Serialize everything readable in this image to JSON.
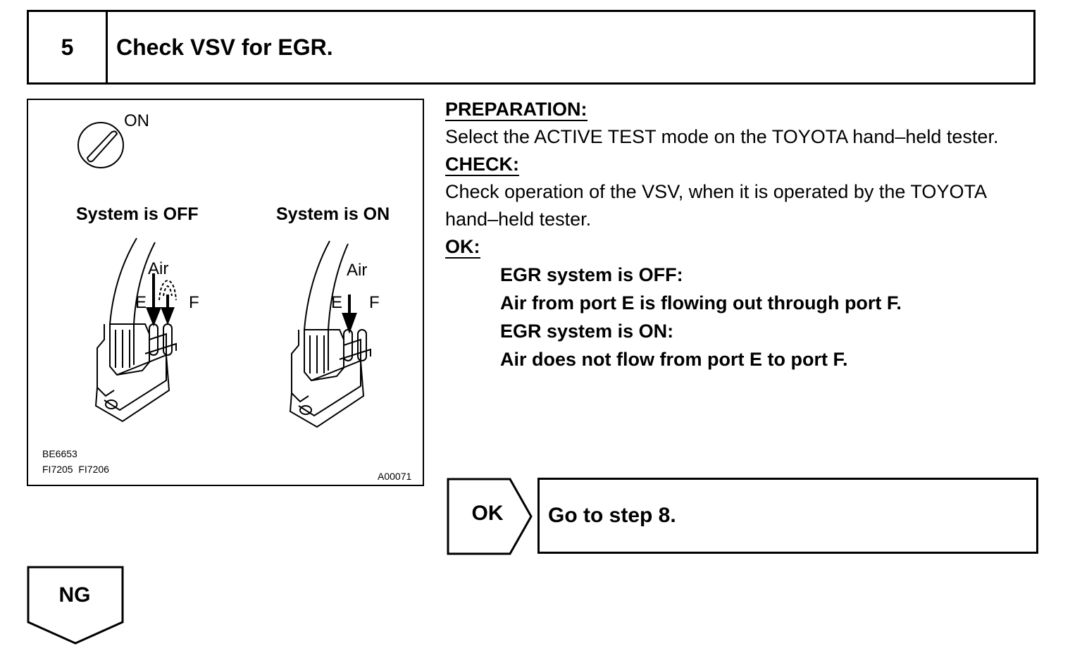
{
  "step": {
    "number": "5",
    "title": "Check VSV for EGR."
  },
  "figure": {
    "ignition_label": "ON",
    "off_caption": "System is OFF",
    "on_caption": "System is ON",
    "air_label": "Air",
    "port_e": "E",
    "port_f": "F",
    "code_1": "BE6653",
    "code_2": "FI7205  FI7206",
    "code_3": "A00071"
  },
  "preparation": {
    "label": "PREPARATION:",
    "text": "Select the ACTIVE TEST mode on the TOYOTA hand–held tester."
  },
  "check": {
    "label": "CHECK:",
    "text": "Check operation of the VSV, when it is operated by the TOYOTA hand–held tester."
  },
  "ok": {
    "label": "OK:",
    "lines": [
      "EGR system is OFF:",
      "Air from port E is flowing out through port F.",
      "EGR system is ON:",
      "Air does not flow from port E to port F."
    ]
  },
  "flow": {
    "ok_label": "OK",
    "ok_action": "Go to step 8.",
    "ng_label": "NG"
  }
}
